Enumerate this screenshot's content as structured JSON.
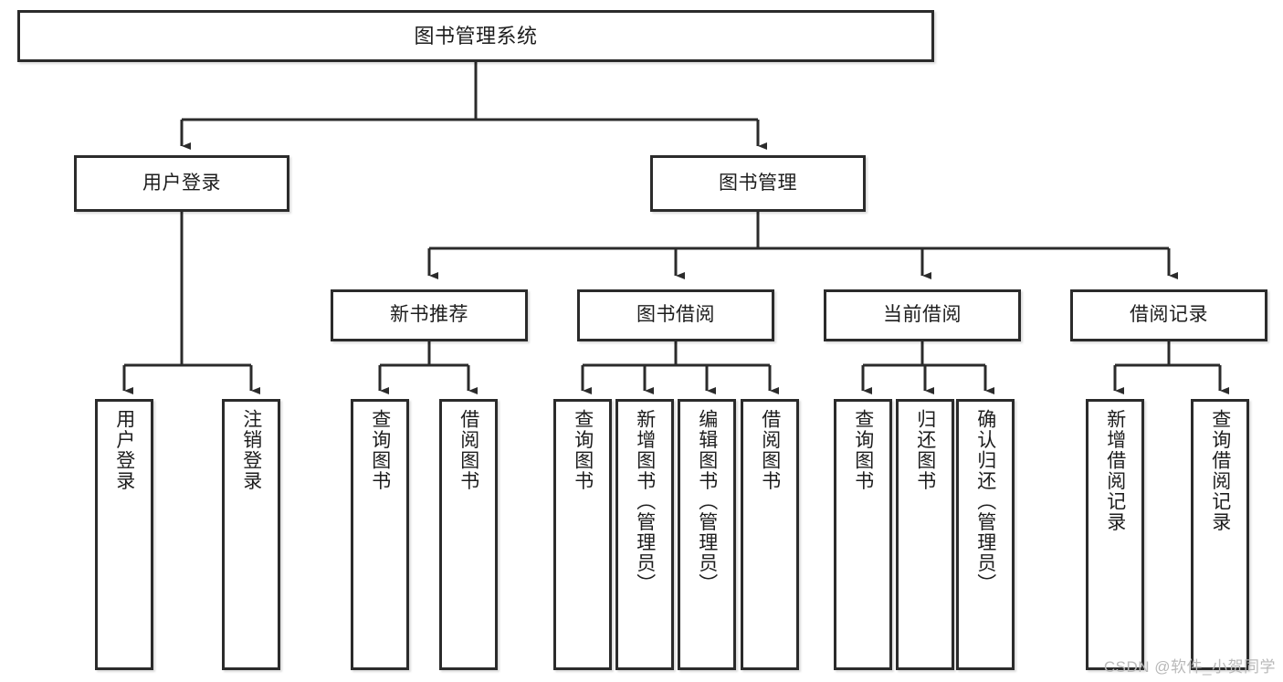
{
  "diagram": {
    "title": "图书管理系统",
    "type": "tree-hierarchy-chart",
    "style": {
      "box_border_color": "#2b2b2b",
      "box_fill_color": "#ffffff",
      "connector_color": "#2b2b2b",
      "text_color": "#1d1d1d",
      "background": "#ffffff"
    },
    "root": {
      "label": "图书管理系统"
    },
    "level1": [
      {
        "label": "用户登录"
      },
      {
        "label": "图书管理"
      }
    ],
    "level2": [
      {
        "label": "新书推荐"
      },
      {
        "label": "图书借阅"
      },
      {
        "label": "当前借阅"
      },
      {
        "label": "借阅记录"
      }
    ],
    "leaves": {
      "user_login": [
        {
          "label": "用户登录"
        },
        {
          "label": "注销登录"
        }
      ],
      "new_book_recommend": [
        {
          "label": "查询图书"
        },
        {
          "label": "借阅图书"
        }
      ],
      "book_borrow": [
        {
          "label": "查询图书"
        },
        {
          "label": "新增图书（管理员）"
        },
        {
          "label": "编辑图书（管理员）"
        },
        {
          "label": "借阅图书"
        }
      ],
      "current_borrow": [
        {
          "label": "查询图书"
        },
        {
          "label": "归还图书"
        },
        {
          "label": "确认归还（管理员）"
        }
      ],
      "borrow_record": [
        {
          "label": "新增借阅记录"
        },
        {
          "label": "查询借阅记录"
        }
      ]
    }
  },
  "watermark": {
    "text": "CSDN @软件_小贺同学"
  }
}
